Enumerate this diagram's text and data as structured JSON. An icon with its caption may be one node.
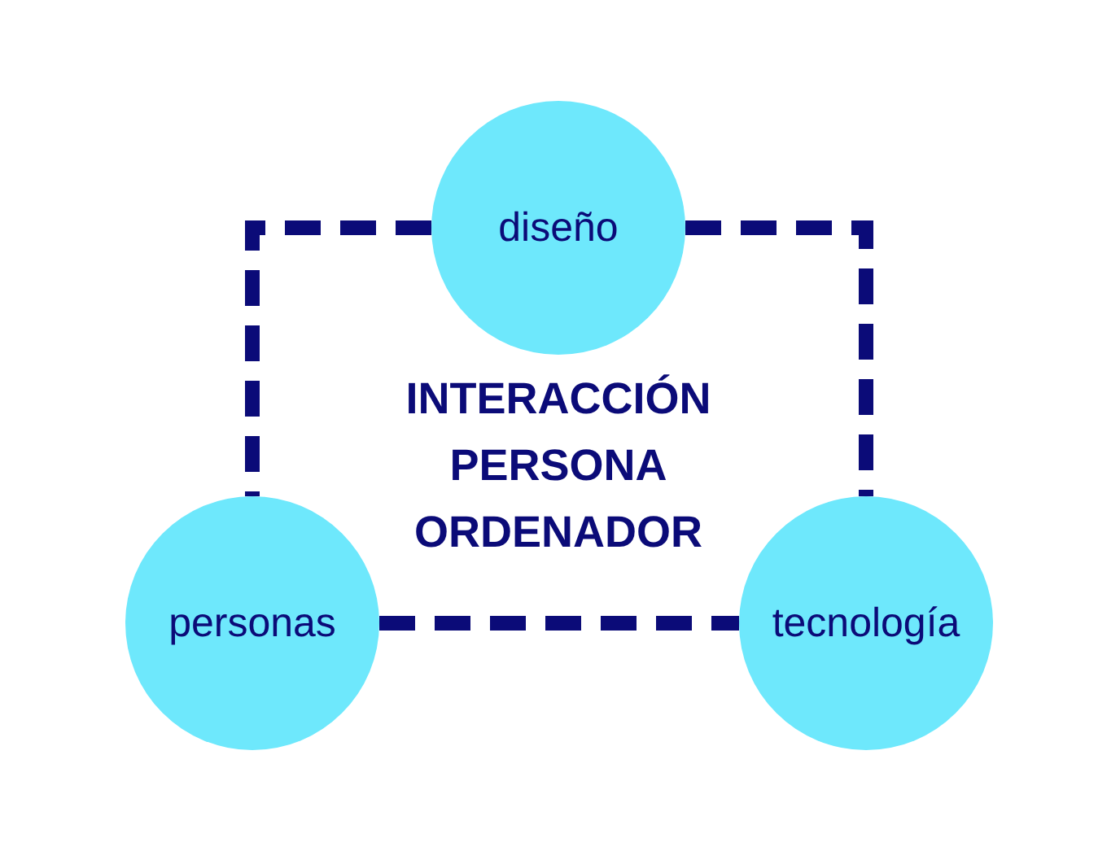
{
  "diagram": {
    "nodes": [
      {
        "text": [
          "diseño"
        ]
      },
      {
        "text": [
          "personas"
        ]
      },
      {
        "text": [
          "tecnología"
        ]
      }
    ],
    "edges": [
      {
        "from": 0,
        "to": 1,
        "arrow": "none",
        "style": "dashed"
      },
      {
        "from": 0,
        "to": 2,
        "arrow": "none",
        "style": "dashed"
      },
      {
        "from": 1,
        "to": 2,
        "arrow": "none",
        "style": "dashed"
      }
    ],
    "labels": [
      "INTERACCIÓN PERSONA ORDENADOR"
    ]
  }
}
